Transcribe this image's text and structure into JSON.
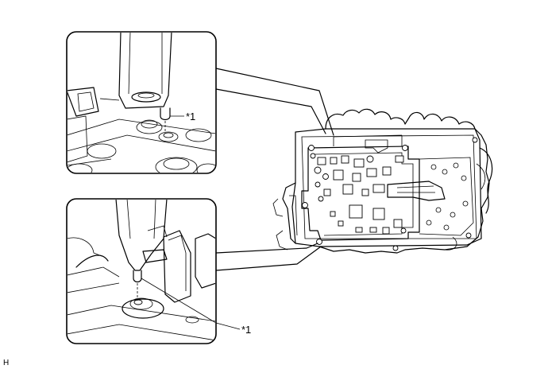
{
  "labels": {
    "callout_upper": "*1",
    "callout_lower": "*1",
    "corner_code": "H"
  }
}
